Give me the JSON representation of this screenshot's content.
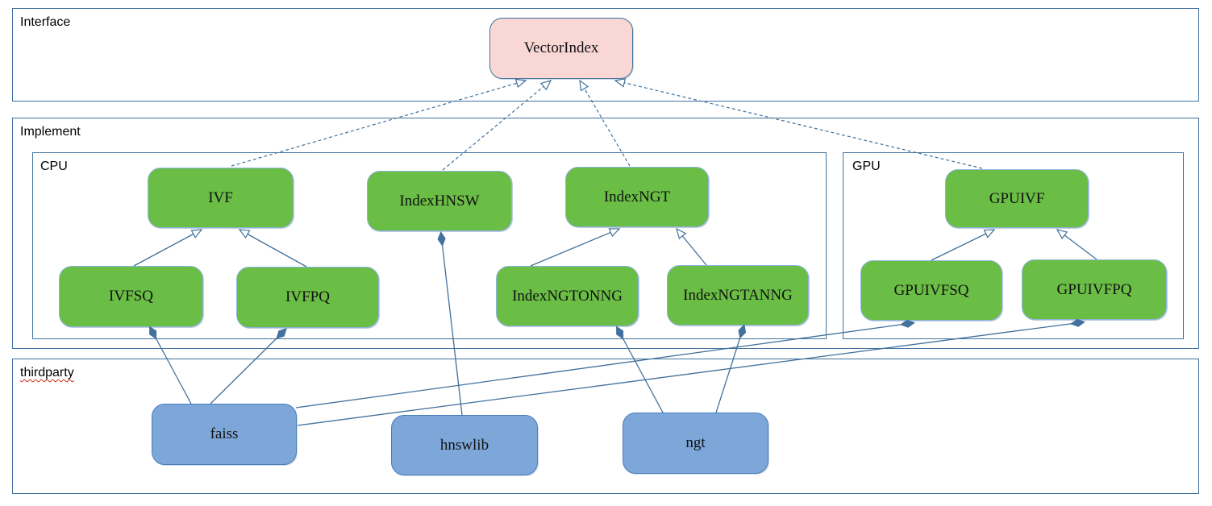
{
  "diagram": {
    "containers": {
      "interface": {
        "label": "Interface"
      },
      "implement": {
        "label": "Implement"
      },
      "cpu": {
        "label": "CPU"
      },
      "gpu": {
        "label": "GPU"
      },
      "thirdparty": {
        "label": "thirdparty"
      }
    },
    "nodes": {
      "vectorindex": {
        "label": "VectorIndex",
        "group": "interface"
      },
      "ivf": {
        "label": "IVF",
        "group": "cpu"
      },
      "indexhnsw": {
        "label": "IndexHNSW",
        "group": "cpu"
      },
      "indexngt": {
        "label": "IndexNGT",
        "group": "cpu"
      },
      "ivfsq": {
        "label": "IVFSQ",
        "group": "cpu"
      },
      "ivfpq": {
        "label": "IVFPQ",
        "group": "cpu"
      },
      "indexngtonng": {
        "label": "IndexNGTONNG",
        "group": "cpu"
      },
      "indexngtanng": {
        "label": "IndexNGTANNG",
        "group": "cpu"
      },
      "gpuivf": {
        "label": "GPUIVF",
        "group": "gpu"
      },
      "gpuivfsq": {
        "label": "GPUIVFSQ",
        "group": "gpu"
      },
      "gpuivfpq": {
        "label": "GPUIVFPQ",
        "group": "gpu"
      },
      "faiss": {
        "label": "faiss",
        "group": "thirdparty"
      },
      "hnswlib": {
        "label": "hnswlib",
        "group": "thirdparty"
      },
      "ngt": {
        "label": "ngt",
        "group": "thirdparty"
      }
    },
    "edges": [
      {
        "from": "IVF",
        "to": "VectorIndex",
        "type": "realization-dashed-hollow-arrow"
      },
      {
        "from": "IndexHNSW",
        "to": "VectorIndex",
        "type": "realization-dashed-hollow-arrow"
      },
      {
        "from": "IndexNGT",
        "to": "VectorIndex",
        "type": "realization-dashed-hollow-arrow"
      },
      {
        "from": "GPUIVF",
        "to": "VectorIndex",
        "type": "realization-dashed-hollow-arrow"
      },
      {
        "from": "IVFSQ",
        "to": "IVF",
        "type": "inheritance-hollow-arrow"
      },
      {
        "from": "IVFPQ",
        "to": "IVF",
        "type": "inheritance-hollow-arrow"
      },
      {
        "from": "IndexNGTONNG",
        "to": "IndexNGT",
        "type": "inheritance-hollow-arrow"
      },
      {
        "from": "IndexNGTANNG",
        "to": "IndexNGT",
        "type": "inheritance-hollow-arrow"
      },
      {
        "from": "GPUIVFSQ",
        "to": "GPUIVF",
        "type": "inheritance-hollow-arrow"
      },
      {
        "from": "GPUIVFPQ",
        "to": "GPUIVF",
        "type": "inheritance-hollow-arrow"
      },
      {
        "from": "IVFSQ",
        "to": "faiss",
        "type": "composition-filled-diamond"
      },
      {
        "from": "IVFPQ",
        "to": "faiss",
        "type": "composition-filled-diamond"
      },
      {
        "from": "IndexHNSW",
        "to": "hnswlib",
        "type": "composition-filled-diamond"
      },
      {
        "from": "IndexNGTONNG",
        "to": "ngt",
        "type": "composition-filled-diamond"
      },
      {
        "from": "IndexNGTANNG",
        "to": "ngt",
        "type": "composition-filled-diamond"
      },
      {
        "from": "GPUIVFSQ",
        "to": "faiss",
        "type": "composition-filled-diamond"
      },
      {
        "from": "GPUIVFPQ",
        "to": "faiss",
        "type": "composition-filled-diamond"
      }
    ],
    "colors": {
      "container_border": "#41719c",
      "edge_line": "#41719c",
      "diamond_fill": "#41719c",
      "green_node_fill": "#6abd45",
      "green_node_border": "#8db4dd",
      "pink_node_fill": "#f8d7d5",
      "blue_node_fill": "#7da7d9",
      "blue_node_border": "#4a7ebb",
      "spellcheck_underline": "#c92a1d",
      "text": "#111111"
    }
  }
}
